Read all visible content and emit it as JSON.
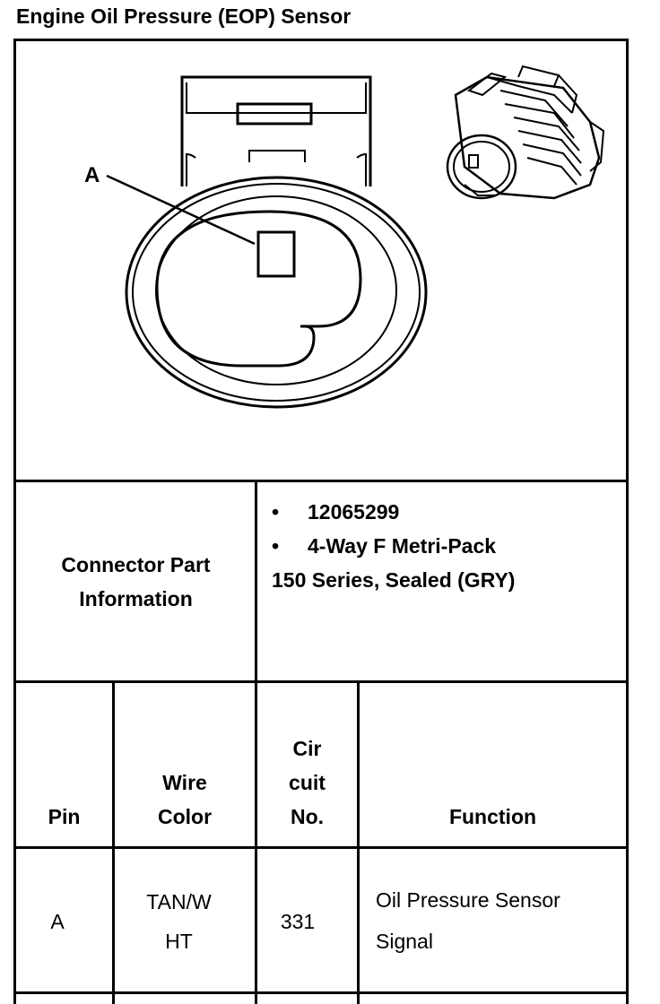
{
  "title": "Engine Oil Pressure (EOP) Sensor",
  "diagram": {
    "callout_label": "A"
  },
  "connector": {
    "label_line1": "Connector Part",
    "label_line2": "Information",
    "bullet_glyph": "•",
    "items": [
      "12065299",
      "4-Way F Metri-Pack"
    ],
    "continuation": "150 Series, Sealed (GRY)"
  },
  "table": {
    "headers": {
      "pin": "Pin",
      "wire_color_line1": "Wire",
      "wire_color_line2": "Color",
      "circuit_line1": "Cir",
      "circuit_line2": "cuit",
      "circuit_line3": "No.",
      "function": "Function"
    },
    "rows": [
      {
        "pin": "A",
        "wire_color_line1": "TAN/W",
        "wire_color_line2": "HT",
        "circuit": "331",
        "function_line1": "Oil Pressure Sensor",
        "function_line2": "Signal"
      }
    ]
  }
}
